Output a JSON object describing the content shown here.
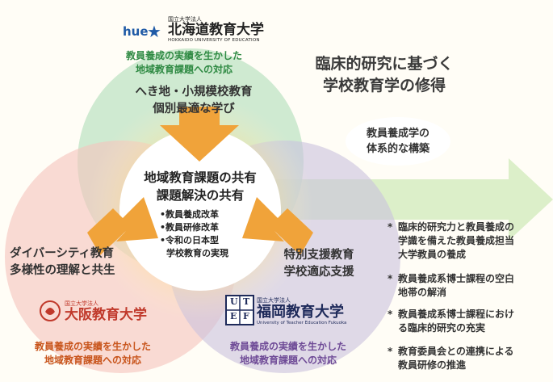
{
  "title": {
    "line1": "臨床的研究に基づく",
    "line2": "学校教育学の修得"
  },
  "arrow_label": {
    "line1": "教員養成学の",
    "line2": "体系的な構築"
  },
  "center": {
    "line1": "地域教育課題の共有",
    "line2": "課題解決の共有",
    "bullets": [
      "•教員養成改革",
      "•教員研修改革",
      "•令和の日本型",
      "学校教育の実現"
    ]
  },
  "top_circle": {
    "line1": "へき地・小規模校教育",
    "line2": "個別最適な学び"
  },
  "left_circle": {
    "line1": "ダイバーシティ教育",
    "line2": "多様性の理解と共生"
  },
  "right_circle": {
    "line1": "特別支援教育",
    "line2": "学校適応支援"
  },
  "universities": {
    "hokkaido": {
      "logo_text": "hue",
      "small": "国立大学法人",
      "name": "北海道教育大学",
      "english": "HOKKAIDO UNIVERSITY OF EDUCATION",
      "note1": "教員養成の実績を生かした",
      "note2": "地域教育課題への対応"
    },
    "osaka": {
      "small": "国立大学法人",
      "name": "大阪教育大学",
      "note1": "教員養成の実績を生かした",
      "note2": "地域教育課題への対応"
    },
    "fukuoka": {
      "logo_letters": [
        "U",
        "T",
        "E",
        "F"
      ],
      "small": "国立大学法人",
      "name": "福岡教育大学",
      "english": "University of Teacher Education Fukuoka",
      "note1": "教員養成の実績を生かした",
      "note2": "地域教育課題への対応"
    }
  },
  "right_list": {
    "star": "*",
    "items": [
      {
        "lines": [
          "臨床的研究力と教員養成の",
          "学識を備えた教員養成担当",
          "大学教員の養成"
        ]
      },
      {
        "lines": [
          "教員養成系博士課程の空白",
          "地帯の解消"
        ]
      },
      {
        "lines": [
          "教員養成系博士課程におけ",
          "る臨床的研究の充実"
        ]
      },
      {
        "lines": [
          "教育委員会との連携による",
          "教員研修の推進"
        ]
      }
    ]
  },
  "colors": {
    "green_circle": "#bfe3c4",
    "red_circle": "#f4c7c2",
    "purple_circle": "#cbc3df",
    "arrow": "#d9eec7",
    "orange": "#f0a33a",
    "hue_blue": "#1f5aa6",
    "osaka_red": "#c0392b",
    "fukuoka_navy": "#1e2a5a"
  }
}
